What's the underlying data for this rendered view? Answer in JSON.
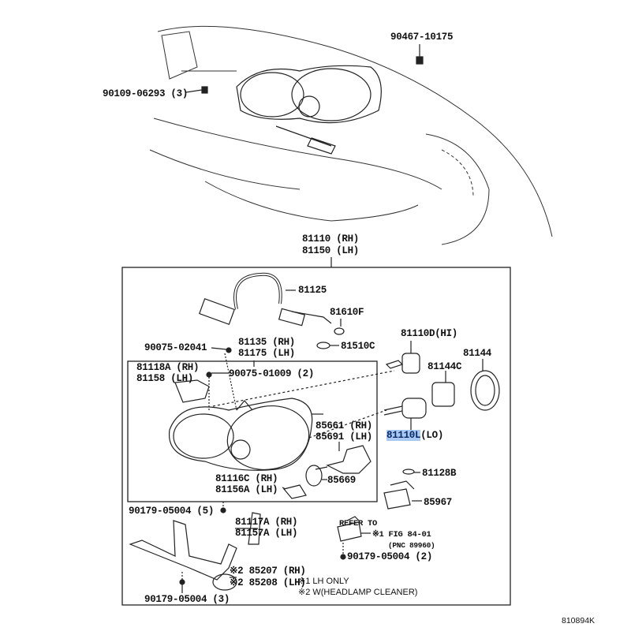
{
  "diagram_id": "810894K",
  "assembly": {
    "rh": "81110 (RH)",
    "lh": "81150 (LH)"
  },
  "parts": {
    "p90467": "90467-10175",
    "p90109": "90109-06293 (3)",
    "p81125": "81125",
    "p81610F": "81610F",
    "p81510C": "81510C",
    "p81110D": "81110D(HI)",
    "p81144": "81144",
    "p81144C": "81144C",
    "p90075_02041": "90075-02041",
    "p81135": "81135 (RH)",
    "p81175": "81175 (LH)",
    "p81118A": "81118A (RH)",
    "p81158": "81158 (LH)",
    "p90075_01009": "90075-01009 (2)",
    "p85661": "85661 (RH)",
    "p85691": "85691 (LH)",
    "p81110L": "81110L",
    "p81110L_suffix": "(LO)",
    "p81116C": "81116C (RH)",
    "p81156A": "81156A (LH)",
    "p85669": "85669",
    "p81128B": "81128B",
    "p85967": "85967",
    "p90179_5": "90179-05004 (5)",
    "p81117A": "81117A (RH)",
    "p81157A": "81157A (LH)",
    "p90179_2": "90179-05004 (2)",
    "p85207": "※2 85207 (RH)",
    "p85208": "※2 85208 (LH)",
    "p90179_3": "90179-05004 (3)"
  },
  "refer": {
    "line1": "REFER TO",
    "line2": "※1 FIG 84-01",
    "line3": "(PNC 89960)"
  },
  "notes": {
    "n1": "※1 LH ONLY",
    "n2": "※2 W(HEADLAMP CLEANER)"
  },
  "highlight_color": "#a9c9f2"
}
